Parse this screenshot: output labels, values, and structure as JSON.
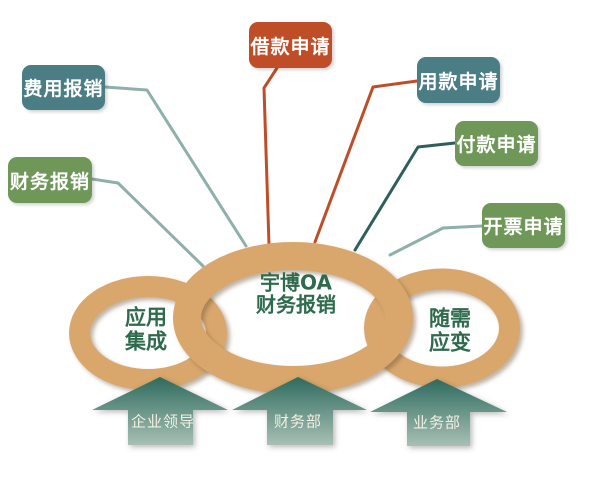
{
  "colors": {
    "background": "#ffffff",
    "ring": "#D9A76C",
    "ring_text": "#2E6B4D",
    "box_teal": "#4A7D84",
    "box_green": "#6E9758",
    "box_red": "#BF4E28",
    "line_light_teal": "#8FB0AA",
    "line_dark_teal": "#2F5F5A",
    "line_red": "#BF4E28",
    "arrow_top": "#2E6B5E",
    "arrow_bottom": "#A8C0B5",
    "arrow_text": "#F2EFE2"
  },
  "callouts": [
    {
      "label": "费用报销"
    },
    {
      "label": "财务报销"
    },
    {
      "label": "借款申请"
    },
    {
      "label": "用款申请"
    },
    {
      "label": "付款申请"
    },
    {
      "label": "开票申请"
    }
  ],
  "rings": {
    "left": {
      "line1": "应用",
      "line2": "集成"
    },
    "center": {
      "line1": "宇博OA",
      "line2": "财务报销"
    },
    "right": {
      "line1": "随需",
      "line2": "应变"
    }
  },
  "arrows": [
    {
      "label": "企业领导"
    },
    {
      "label": "财务部"
    },
    {
      "label": "业务部"
    }
  ]
}
